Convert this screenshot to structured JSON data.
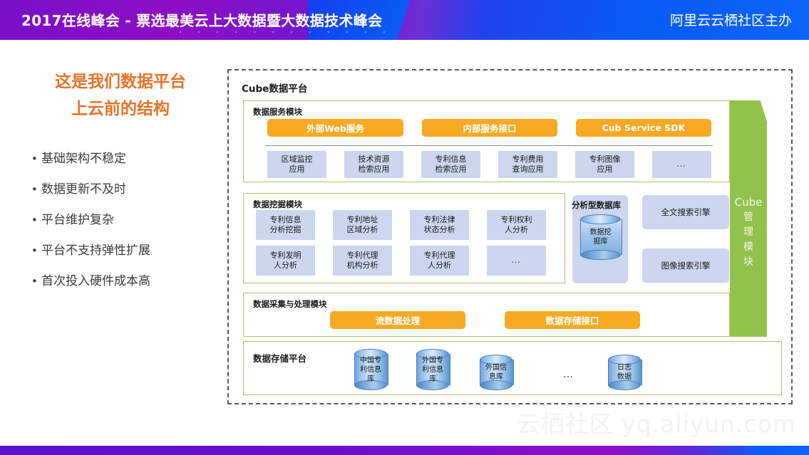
{
  "header": {
    "title": "2017在线峰会 - 票选最美云上大数据暨大数据技术峰会",
    "sponsor": "阿里云云栖社区主办"
  },
  "left": {
    "title_line1": "这是我们数据平台",
    "title_line2": "上云前的结构",
    "bullet_marker": "•",
    "bullets": [
      "基础架构不稳定",
      "数据更新不及时",
      "平台维护复杂",
      "平台不支持弹性扩展",
      "首次投入硬件成本高"
    ]
  },
  "diagram": {
    "title": "Cube数据平台",
    "service_module": {
      "title": "数据服务模块",
      "pills": [
        "外部Web服务",
        "内部服务接口",
        "Cub Service SDK"
      ],
      "apps": [
        "区域监控\n应用",
        "技术资源\n检索应用",
        "专利信息\n检索应用",
        "专利费用\n查询应用",
        "专利图像\n应用",
        "…"
      ]
    },
    "mining_module": {
      "title": "数据挖掘模块",
      "apps_row1": [
        "专利信息\n分析挖掘",
        "专利地址\n区域分析",
        "专利法律\n状态分析",
        "专利权利\n人分析"
      ],
      "apps_row2": [
        "专利发明\n人分析",
        "专利代理\n机构分析",
        "专利代理\n人分析",
        "…"
      ]
    },
    "analytic_db": {
      "title": "分析型数据库",
      "cylinder_label": "数据挖\n掘库"
    },
    "engines": [
      "全文搜索引擎",
      "图像搜索引擎"
    ],
    "collect_module": {
      "title": "数据采集与处理模块",
      "pills": [
        "流数据处理",
        "数据存储接口"
      ]
    },
    "storage_platform": {
      "title": "数据存储平台",
      "stores": [
        "中国专\n利信息\n库",
        "外国专\n利信息\n库",
        "外国信\n息库",
        "日志\n数据"
      ],
      "ellipsis": "…"
    },
    "management_ribbon": {
      "line1": "Cube",
      "line2": "管",
      "line3": "理",
      "line4": "模",
      "line5": "块"
    }
  },
  "watermark": "云栖社区 yq.aliyun.com",
  "colors": {
    "accent_orange": "#E8722A",
    "pill_orange": "#F7A923",
    "panel_border": "#b4bf6a",
    "app_blue": "#ccd6ee",
    "ribbon_green": "#92C24C",
    "header_purple": "#8a0ec6",
    "header_blue": "#0b63f8"
  }
}
